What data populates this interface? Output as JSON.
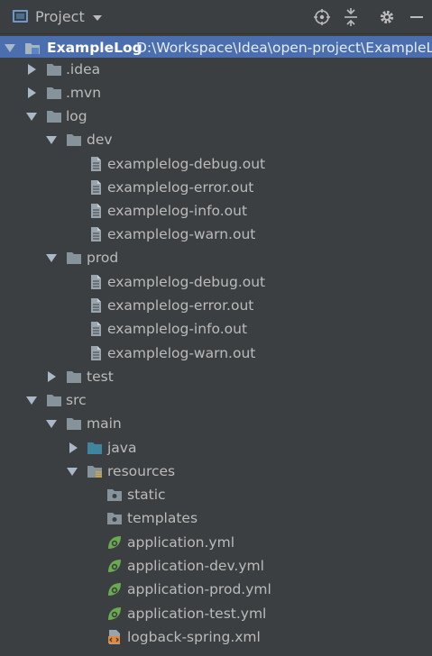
{
  "toolbar": {
    "title": "Project",
    "icons": [
      "project-view-icon",
      "chevron-down-icon",
      "locate-icon",
      "collapse-all-icon",
      "gear-icon",
      "hide-icon"
    ]
  },
  "tree": {
    "root": {
      "label": "ExampleLog",
      "path": "D:\\Workspace\\Idea\\open-project\\ExampleLo"
    },
    "items": [
      {
        "label": ".idea"
      },
      {
        "label": ".mvn"
      },
      {
        "label": "log"
      },
      {
        "label": "dev"
      },
      {
        "label": "examplelog-debug.out"
      },
      {
        "label": "examplelog-error.out"
      },
      {
        "label": "examplelog-info.out"
      },
      {
        "label": "examplelog-warn.out"
      },
      {
        "label": "prod"
      },
      {
        "label": "examplelog-debug.out"
      },
      {
        "label": "examplelog-error.out"
      },
      {
        "label": "examplelog-info.out"
      },
      {
        "label": "examplelog-warn.out"
      },
      {
        "label": "test"
      },
      {
        "label": "src"
      },
      {
        "label": "main"
      },
      {
        "label": "java"
      },
      {
        "label": "resources"
      },
      {
        "label": "static"
      },
      {
        "label": "templates"
      },
      {
        "label": "application.yml"
      },
      {
        "label": "application-dev.yml"
      },
      {
        "label": "application-prod.yml"
      },
      {
        "label": "application-test.yml"
      },
      {
        "label": "logback-spring.xml"
      }
    ]
  },
  "colors": {
    "background": "#3c3f41",
    "selection": "#4b6eaf",
    "folder": "#87939a",
    "source_folder": "#3e86a0",
    "spring": "#6aab4f",
    "xml": "#e2893c"
  }
}
